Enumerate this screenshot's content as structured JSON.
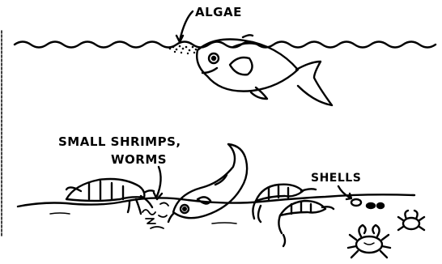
{
  "labels": {
    "algae": "ALGAE",
    "small_shrimps": "SMALL SHRIMPS,",
    "worms": "WORMS",
    "shells": "SHELLS"
  },
  "colors": {
    "ink": "#000000",
    "background": "#ffffff"
  },
  "icons": [
    "fish-icon",
    "shrimp-icon",
    "crab-icon",
    "shell-icon",
    "worm-icon"
  ]
}
